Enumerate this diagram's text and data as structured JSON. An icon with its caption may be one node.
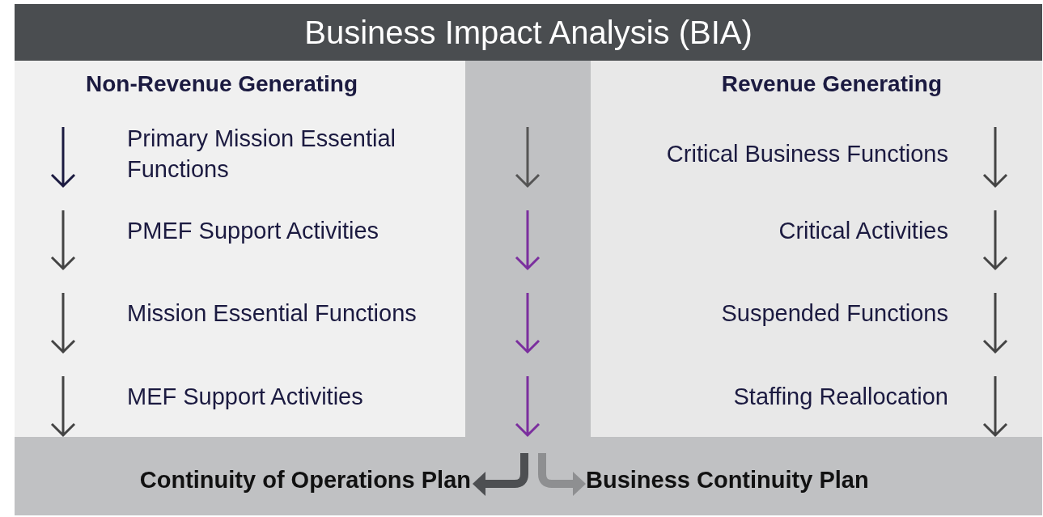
{
  "diagram": {
    "title": "Business Impact Analysis (BIA)",
    "nodes": [
      {
        "text": [
          "Non-Revenue Generating"
        ]
      },
      {
        "text": [
          "Primary Mission Essential Functions"
        ],
        "in": 0
      },
      {
        "text": [
          "PMEF Support Activities"
        ],
        "in": 0
      },
      {
        "text": [
          "Mission Essential Functions"
        ],
        "in": 0
      },
      {
        "text": [
          "MEF Support Activities"
        ],
        "in": 0
      },
      {
        "text": [
          "Revenue Generating"
        ]
      },
      {
        "text": [
          "Critical Business Functions"
        ],
        "in": 5
      },
      {
        "text": [
          "Critical Activities"
        ],
        "in": 5
      },
      {
        "text": [
          "Suspended Functions"
        ],
        "in": 5
      },
      {
        "text": [
          "Staffing Reallocation"
        ],
        "in": 5
      },
      {
        "text": [
          "Continuity of Operations Plan"
        ]
      },
      {
        "text": [
          "Business Continuity Plan"
        ]
      }
    ],
    "edges": [
      {
        "from": null,
        "to": 10,
        "arrow": "to",
        "color": "#4d4f52"
      },
      {
        "from": null,
        "to": 11,
        "arrow": "to",
        "color": "#8e8f91"
      }
    ]
  }
}
